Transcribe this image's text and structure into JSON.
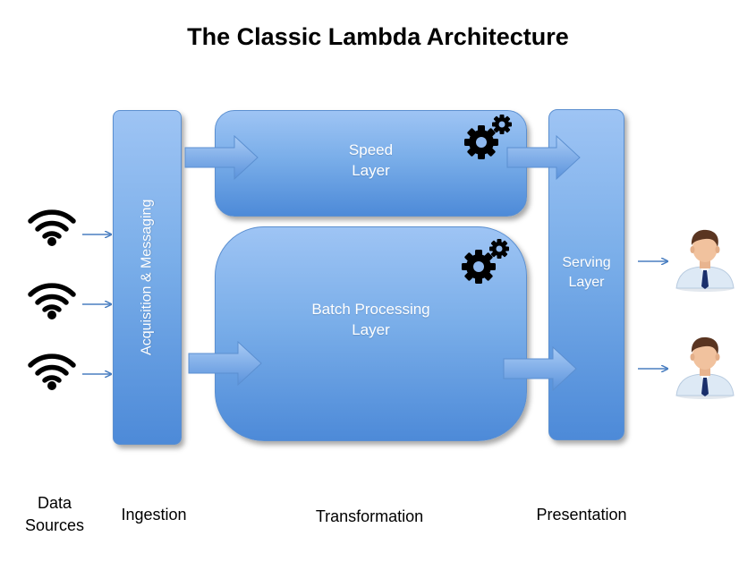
{
  "title": "The Classic Lambda Architecture",
  "layers": {
    "ingestion": "Acquisition & Messaging",
    "speed": "Speed\nLayer",
    "batch": "Batch Processing\nLayer",
    "serving": "Serving\nLayer"
  },
  "stages": {
    "data_sources": "Data\nSources",
    "ingestion": "Ingestion",
    "transformation": "Transformation",
    "presentation": "Presentation"
  },
  "icons": {
    "source": "wifi-icon",
    "processing": "gears-icon",
    "consumer": "user-icon"
  },
  "colors": {
    "box_top": "#9ec4f4",
    "box_bottom": "#4d8ad8",
    "arrow_line": "#4a7fc1"
  }
}
